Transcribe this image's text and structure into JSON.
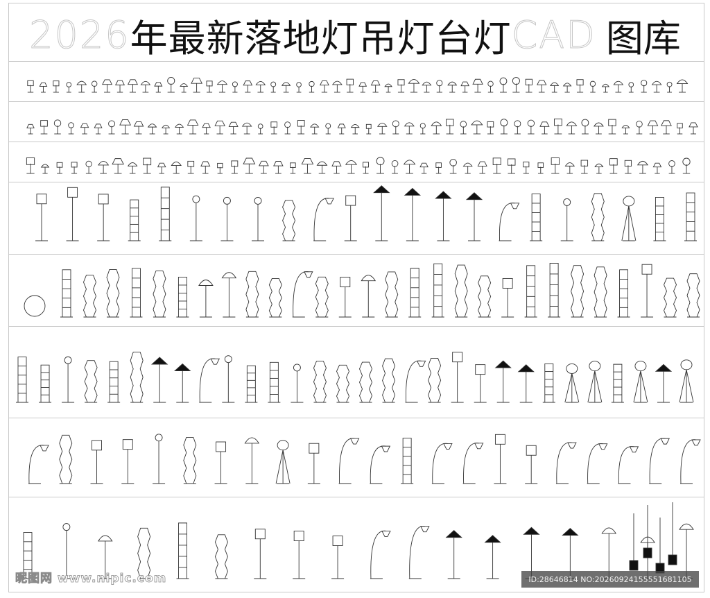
{
  "title": {
    "year": "2026",
    "main": "年最新落地灯吊灯台灯",
    "cad": "CAD",
    "tail": "图库"
  },
  "watermark": {
    "site_text": "昵图网 www.nipic.com"
  },
  "id_badge": {
    "text": "ID:28646814 NO:20260924155551681105"
  },
  "colors": {
    "line": "#333333",
    "fill": "#111111",
    "border": "#c8c8c8"
  }
}
